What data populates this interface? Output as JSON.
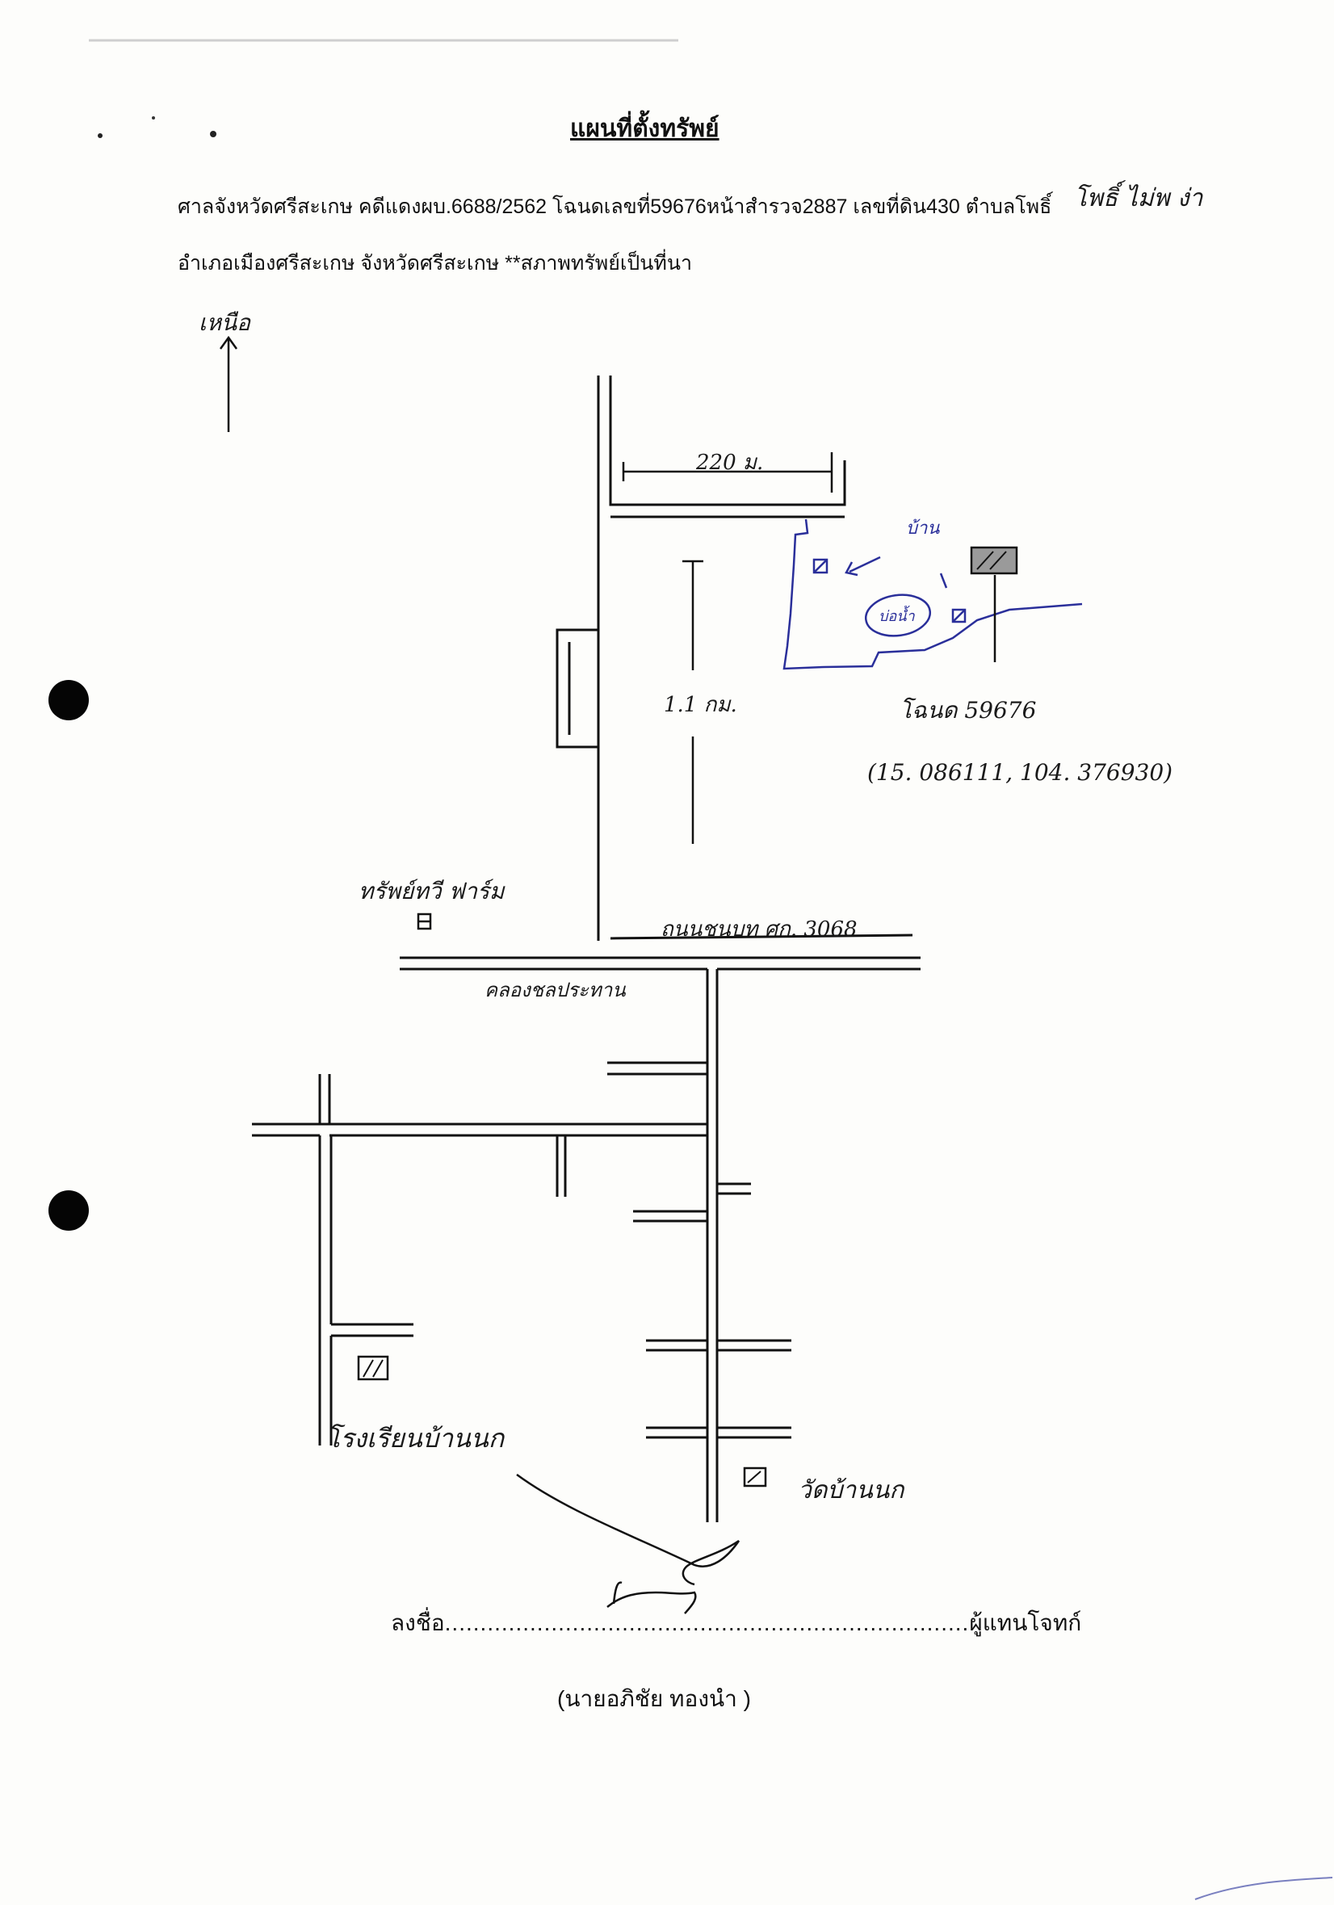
{
  "document": {
    "title": "แผนที่ตั้งทรัพย์",
    "line1": "ศาลจังหวัดศรีสะเกษ คดีแดงผบ.6688/2562 โฉนดเลขที่59676หน้าสำรวจ2887 เลขที่ดิน430 ตำบลโพธิ์",
    "line1_handwritten": "โพธิ์ ไม่พ ง่า",
    "line2": "อำเภอเมืองศรีสะเกษ จังหวัดศรีสะเกษ **สภาพทรัพย์เป็นที่นา"
  },
  "map": {
    "north_label": "เหนือ",
    "top_distance": "220 ม.",
    "vertical_distance": "1.1 กม.",
    "house_label": "บ้าน",
    "pond_label": "บ่อน้ำ",
    "deed_label": "โฉนด 59676",
    "coordinates": "(15. 086111, 104. 376930)",
    "farm_label": "ทรัพย์ทวี ฟาร์ม",
    "road_label": "ถนนชนบท ศก. 3068",
    "canal_label": "คลองชลประทาน",
    "hospital_label": "โรงเรียนบ้านนก",
    "temple_label": "วัดบ้านนก"
  },
  "signature": {
    "prefix": "ลงชื่อ",
    "dots": "..........................................................................",
    "role": "ผู้แทนโจทก์",
    "name": "(นายอภิชัย  ทองนำ )"
  },
  "colors": {
    "ink": "#111111",
    "pen_blue": "#2a2f9a",
    "paper": "#fdfdfb"
  }
}
